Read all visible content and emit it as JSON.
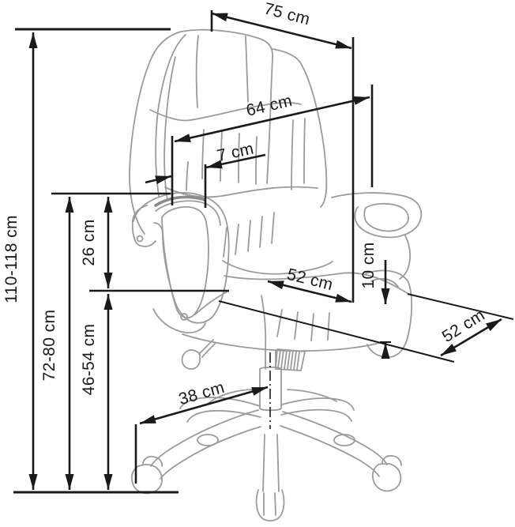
{
  "title": "Office chair dimension diagram",
  "colors": {
    "background": "#ffffff",
    "dimension_ink": "#1a1a1a",
    "chair_line": "#9b9b9b",
    "chair_line_dark": "#8a8a8a"
  },
  "diagram": {
    "labels": {
      "total_height": "110-118 cm",
      "floor_to_armrest": "72-80 cm",
      "armrest_to_seat": "26 cm",
      "seat_height": "46-54 cm",
      "top_width": "75 cm",
      "backrest_width": "64 cm",
      "lumbar_depth": "7 cm",
      "seat_width": "52 cm",
      "seat_edge_thickness": "10 cm",
      "seat_depth": "52 cm",
      "base_reach": "38 cm"
    }
  }
}
